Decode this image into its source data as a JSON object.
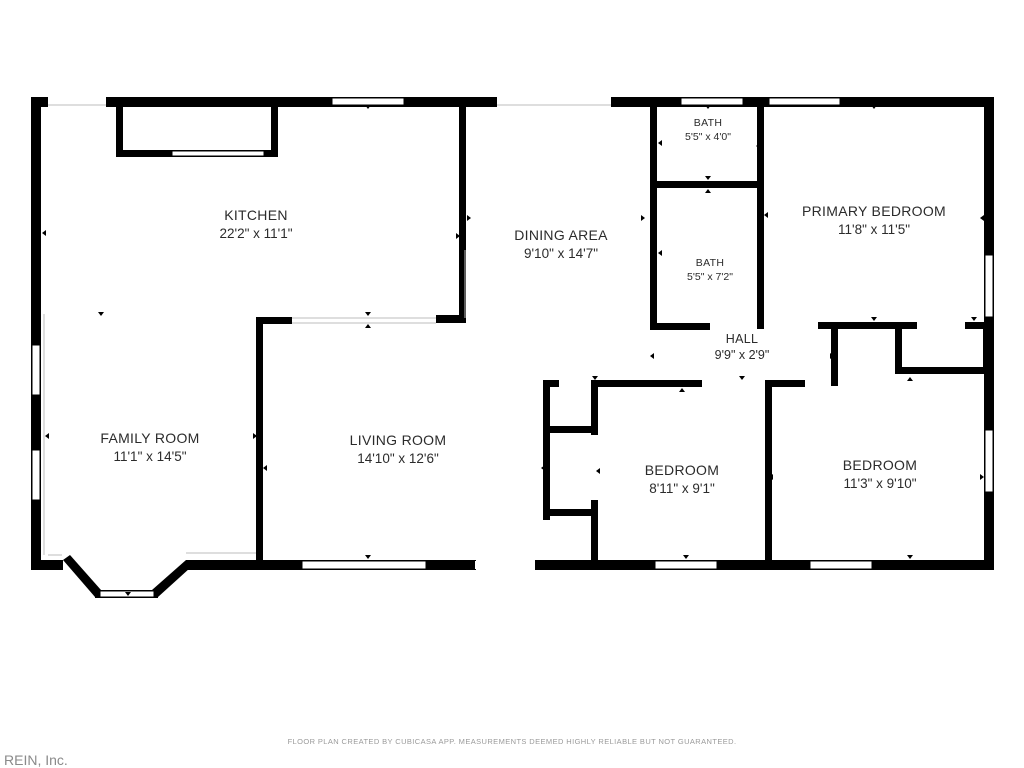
{
  "rooms": {
    "kitchen": {
      "name": "KITCHEN",
      "dims": "22'2\" x 11'1\""
    },
    "dining_area": {
      "name": "DINING AREA",
      "dims": "9'10\" x 14'7\""
    },
    "bath_upper": {
      "name": "BATH",
      "dims": "5'5\" x 4'0\""
    },
    "primary_bedroom": {
      "name": "PRIMARY BEDROOM",
      "dims": "11'8\" x 11'5\""
    },
    "bath_lower": {
      "name": "BATH",
      "dims": "5'5\" x 7'2\""
    },
    "hall": {
      "name": "HALL",
      "dims": "9'9\" x 2'9\""
    },
    "family_room": {
      "name": "FAMILY ROOM",
      "dims": "11'1\" x 14'5\""
    },
    "living_room": {
      "name": "LIVING ROOM",
      "dims": "14'10\" x 12'6\""
    },
    "bedroom_left": {
      "name": "BEDROOM",
      "dims": "8'11\" x 9'1\""
    },
    "bedroom_right": {
      "name": "BEDROOM",
      "dims": "11'3\" x 9'10\""
    }
  },
  "footer_note": "FLOOR PLAN CREATED BY CUBICASA APP. MEASUREMENTS DEEMED HIGHLY RELIABLE BUT NOT GUARANTEED.",
  "watermark": "REIN, Inc.",
  "colors": {
    "wall": "#000000",
    "window": "#ffffff",
    "text": "#2b2b2b",
    "background": "#ffffff"
  }
}
